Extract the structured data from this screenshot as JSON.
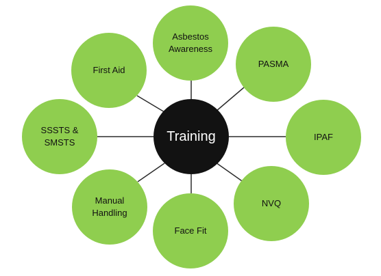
{
  "diagram": {
    "hub_label": "Training",
    "satellites": [
      {
        "id": "asbestos",
        "label": "Asbestos\nAwareness"
      },
      {
        "id": "pasma",
        "label": "PASMA"
      },
      {
        "id": "ipaf",
        "label": "IPAF"
      },
      {
        "id": "nvq",
        "label": "NVQ"
      },
      {
        "id": "facefit",
        "label": "Face Fit"
      },
      {
        "id": "manual",
        "label": "Manual\nHandling"
      },
      {
        "id": "sssts",
        "label": "SSSTS &\nSMSTS"
      },
      {
        "id": "firstaid",
        "label": "First Aid"
      }
    ]
  },
  "colors": {
    "hub_fill": "#121212",
    "hub_text": "#ffffff",
    "satellite_fill": "#8fce4f",
    "satellite_text": "#111111",
    "connector": "#2b2b2b",
    "background": "#ffffff"
  }
}
